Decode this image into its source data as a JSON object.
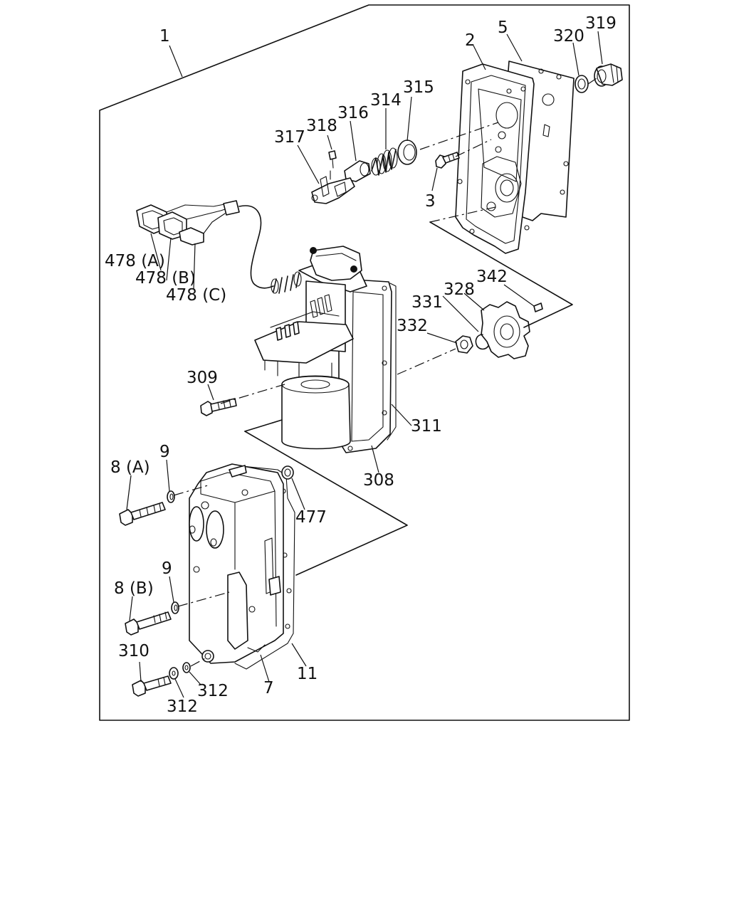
{
  "diagram": {
    "labels": {
      "assembly": "1",
      "cover_case": "2",
      "case_bolt": "3",
      "case_gasket": "5",
      "lower_cover": "7",
      "bolt_a": "8 (A)",
      "bolt_b": "8 (B)",
      "washer_upper": "9",
      "washer_lower": "9",
      "lower_gasket": "11",
      "actuator_body": "308",
      "actuator_bolt": "309",
      "bolt_310": "310",
      "gasket_311": "311",
      "washer_312_front": "312",
      "washer_312_rear": "312",
      "spring": "314",
      "seal_ring": "315",
      "spring_seat": "316",
      "bracket": "317",
      "screw_318": "318",
      "plug": "319",
      "plug_washer": "320",
      "lever": "328",
      "snap_ring": "331",
      "nut": "332",
      "pin": "342",
      "dowel": "477",
      "connector_a": "478 (A)",
      "connector_b": "478 (B)",
      "connector_c": "478 (C)"
    }
  }
}
